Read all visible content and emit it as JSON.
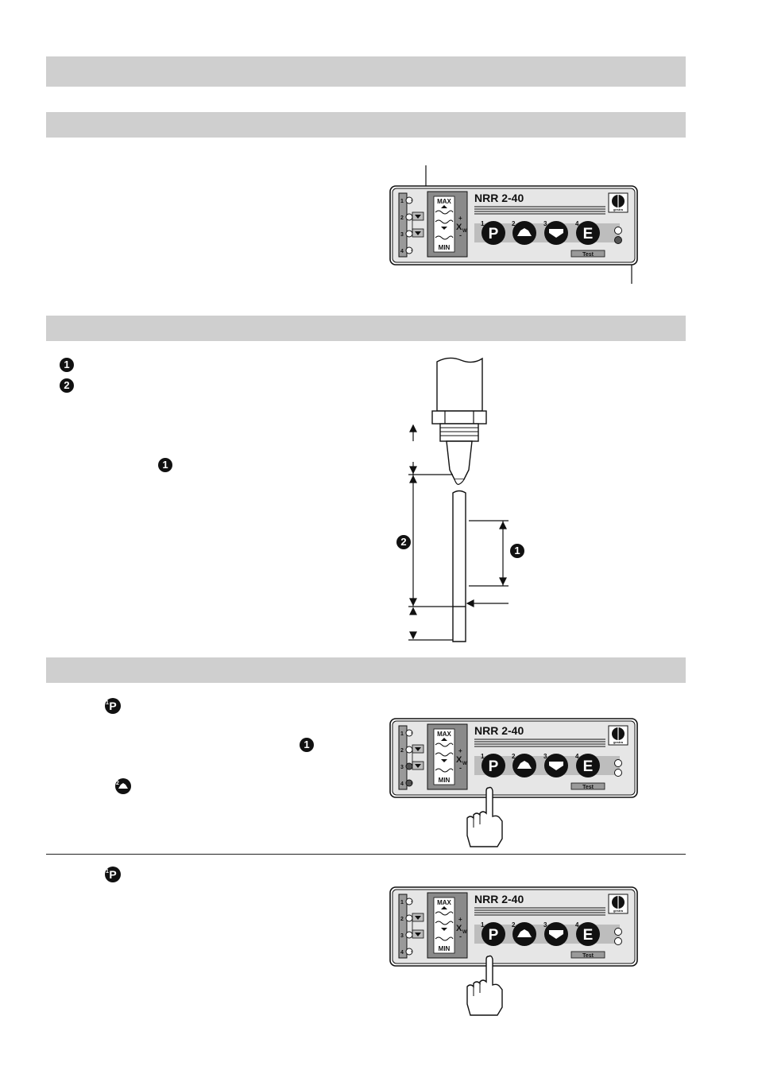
{
  "panel": {
    "model": "NRR 2-40",
    "max_label": "MAX",
    "min_label": "MIN",
    "xw_label": "X",
    "xw_sub": "W",
    "plus": "+",
    "minus": "-",
    "terminals": [
      "1",
      "2",
      "3",
      "4"
    ],
    "keys": [
      {
        "num": "1",
        "glyph": "P"
      },
      {
        "num": "2",
        "glyph": "up"
      },
      {
        "num": "3",
        "glyph": "down"
      },
      {
        "num": "4",
        "glyph": "E"
      }
    ],
    "test_label": "Test",
    "brand": "gestra"
  },
  "markers": {
    "one": "1",
    "two": "2"
  },
  "inline_keys": {
    "p_num": "1",
    "p_glyph": "P",
    "up_num": "2"
  },
  "colors": {
    "section_bar": "#cfcfcf",
    "panel_face": "#e6e6e6",
    "display_bg": "#8a8a8a",
    "key_strip": "#bdbdbd",
    "led_off": "#ffffff",
    "led_dark": "#555555"
  }
}
